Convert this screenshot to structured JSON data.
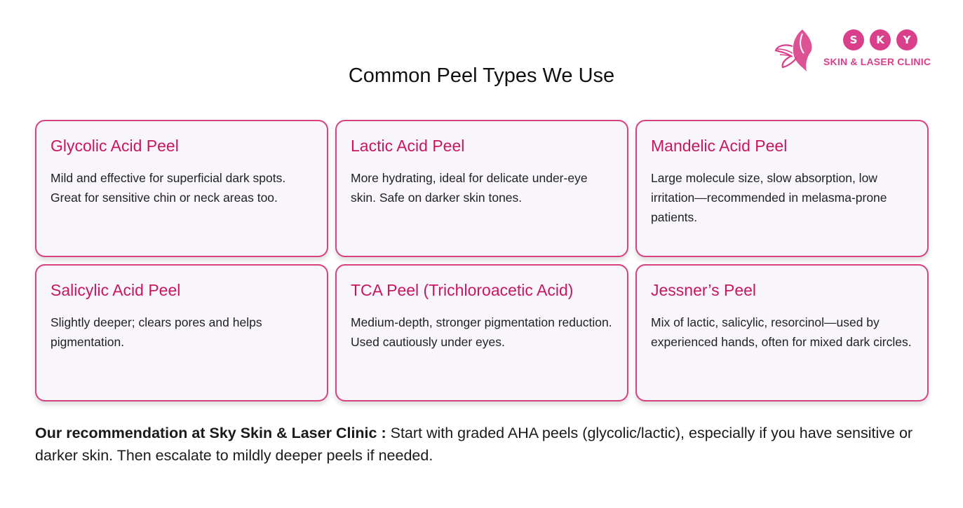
{
  "logo": {
    "letters": [
      "S",
      "K",
      "Y"
    ],
    "clinic_name": "SKIN & LASER CLINIC",
    "brand_color": "#d93f8a",
    "icon": "butterfly-icon"
  },
  "title": "Common Peel Types We Use",
  "cards": [
    {
      "title": "Glycolic Acid Peel",
      "body": "Mild and effective for superficial dark spots. Great for sensitive chin or neck areas too."
    },
    {
      "title": "Lactic Acid Peel",
      "body": "More hydrating, ideal for delicate under-eye skin. Safe on darker skin tones."
    },
    {
      "title": "Mandelic Acid Peel",
      "body": "Large molecule size, slow absorption, low irritation—recommended in melasma-prone patients."
    },
    {
      "title": "Salicylic Acid Peel",
      "body": "Slightly deeper; clears pores and helps pigmentation."
    },
    {
      "title": "TCA Peel (Trichloroacetic Acid)",
      "body": "Medium-depth, stronger pigmentation reduction. Used cautiously under eyes."
    },
    {
      "title": "Jessner’s Peel",
      "body": "Mix of lactic, salicylic, resorcinol—used by experienced hands, often for mixed dark circles."
    }
  ],
  "recommendation": {
    "lead": "Our recommendation at Sky Skin & Laser Clinic :",
    "text": " Start with graded AHA peels (glycolic/lactic), especially if you have sensitive or darker skin. Then escalate to mildly deeper peels if needed."
  },
  "colors": {
    "card_border": "#d8417f",
    "card_title": "#c8175e",
    "card_background": "#f8f5fb"
  }
}
